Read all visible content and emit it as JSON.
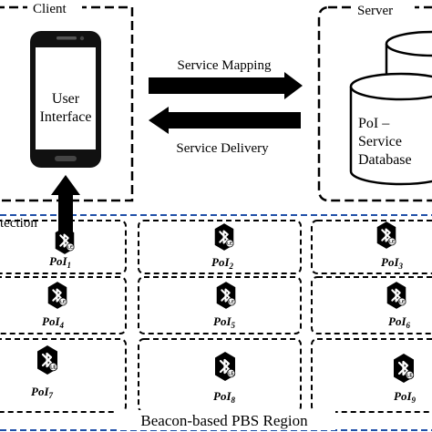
{
  "client": {
    "title": "Client",
    "phone_label_line1": "User",
    "phone_label_line2": "Interface"
  },
  "server": {
    "title": "Server",
    "db_line1": "PoI –",
    "db_line2": "Service",
    "db_line3": "Database"
  },
  "arrows": {
    "service_mapping": "Service Mapping",
    "service_delivery": "Service Delivery"
  },
  "detection": {
    "label": "tection"
  },
  "region": {
    "label": "Beacon-based PBS Region"
  },
  "beacon_icon": "bluetooth-le-beacon-icon",
  "pois": [
    {
      "prefix": "PoI",
      "sub": "1"
    },
    {
      "prefix": "PoI",
      "sub": "2"
    },
    {
      "prefix": "PoI",
      "sub": "3"
    },
    {
      "prefix": "PoI",
      "sub": "4"
    },
    {
      "prefix": "PoI",
      "sub": "5"
    },
    {
      "prefix": "PoI",
      "sub": "6"
    },
    {
      "prefix": "PoI",
      "sub": "7"
    },
    {
      "prefix": "PoI",
      "sub": "8"
    },
    {
      "prefix": "PoI",
      "sub": "9"
    }
  ],
  "colors": {
    "region_border": "#1f4fa8",
    "ink": "#000000"
  }
}
